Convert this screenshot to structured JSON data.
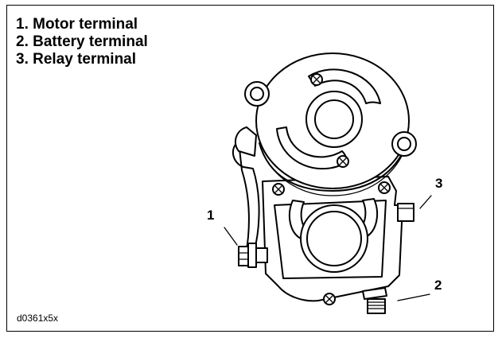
{
  "legend": [
    "1. Motor terminal",
    "2. Battery terminal",
    "3. Relay terminal"
  ],
  "callouts": {
    "motor": "1",
    "battery": "2",
    "relay": "3"
  },
  "figure_id": "d0361x5x"
}
